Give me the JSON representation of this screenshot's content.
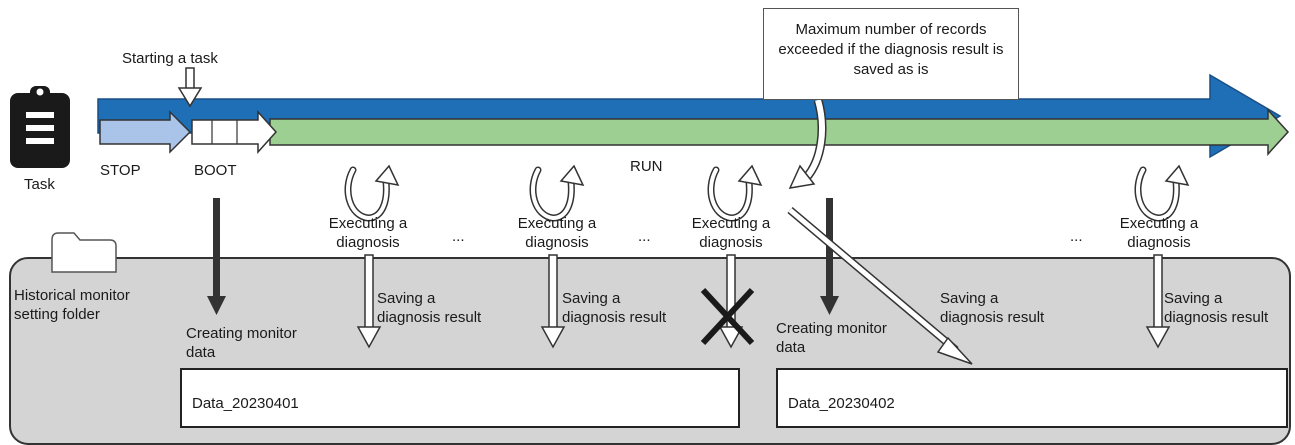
{
  "task": {
    "icon": "clipboard-task-icon",
    "label": "Task"
  },
  "timeline": {
    "starting_task": "Starting a task",
    "stop": "STOP",
    "boot": "BOOT",
    "run": "RUN"
  },
  "callout": {
    "text": "Maximum number of records exceeded if the diagnosis result is saved as is"
  },
  "folder": {
    "icon": "folder-icon",
    "label_line1": "Historical monitor",
    "label_line2": "setting folder"
  },
  "diagnosis": {
    "line1": "Executing a",
    "line2": "diagnosis",
    "ellipsis": "..."
  },
  "saving": {
    "line1": "Saving a",
    "line2": "diagnosis result"
  },
  "creating": {
    "line1": "Creating monitor",
    "line2": "data"
  },
  "data_files": [
    {
      "name": "Data_20230401"
    },
    {
      "name": "Data_20230402"
    }
  ],
  "colors": {
    "task_bar": "#1f6fb6",
    "run_bar": "#9dcf92",
    "stop_bar": "#a9c4e8",
    "folder_panel": "#d4d4d4"
  }
}
